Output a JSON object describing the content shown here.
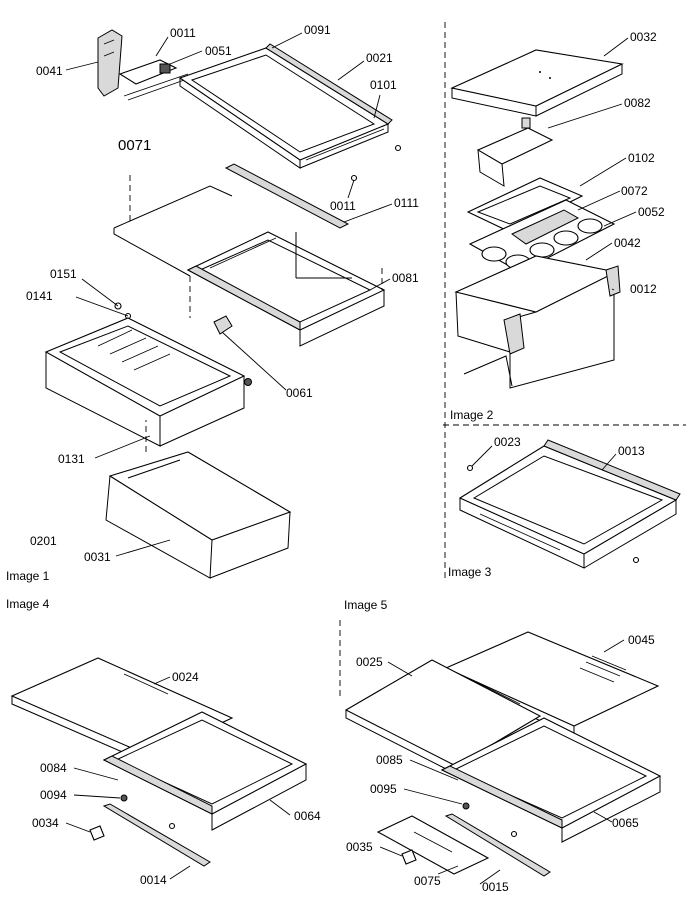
{
  "image_captions": {
    "image1": "Image 1",
    "image2": "Image 2",
    "image3": "Image 3",
    "image4": "Image 4",
    "image5": "Image 5"
  },
  "parts": {
    "p0041": "0041",
    "p0011a": "0011",
    "p0051": "0051",
    "p0091": "0091",
    "p0021": "0021",
    "p0101": "0101",
    "p0071": "0071",
    "p0011b": "0011",
    "p0111": "0111",
    "p0081": "0081",
    "p0151": "0151",
    "p0141": "0141",
    "p0061": "0061",
    "p0131": "0131",
    "p0201": "0201",
    "p0031": "0031",
    "p0032": "0032",
    "p0082": "0082",
    "p0102": "0102",
    "p0072": "0072",
    "p0052": "0052",
    "p0042": "0042",
    "p0012": "0012",
    "p0023": "0023",
    "p0013": "0013",
    "p0024": "0024",
    "p0084": "0084",
    "p0094": "0094",
    "p0034": "0034",
    "p0064": "0064",
    "p0014": "0014",
    "p0025": "0025",
    "p0045": "0045",
    "p0085": "0085",
    "p0095": "0095",
    "p0035": "0035",
    "p0075": "0075",
    "p0015": "0015",
    "p0065": "0065"
  }
}
